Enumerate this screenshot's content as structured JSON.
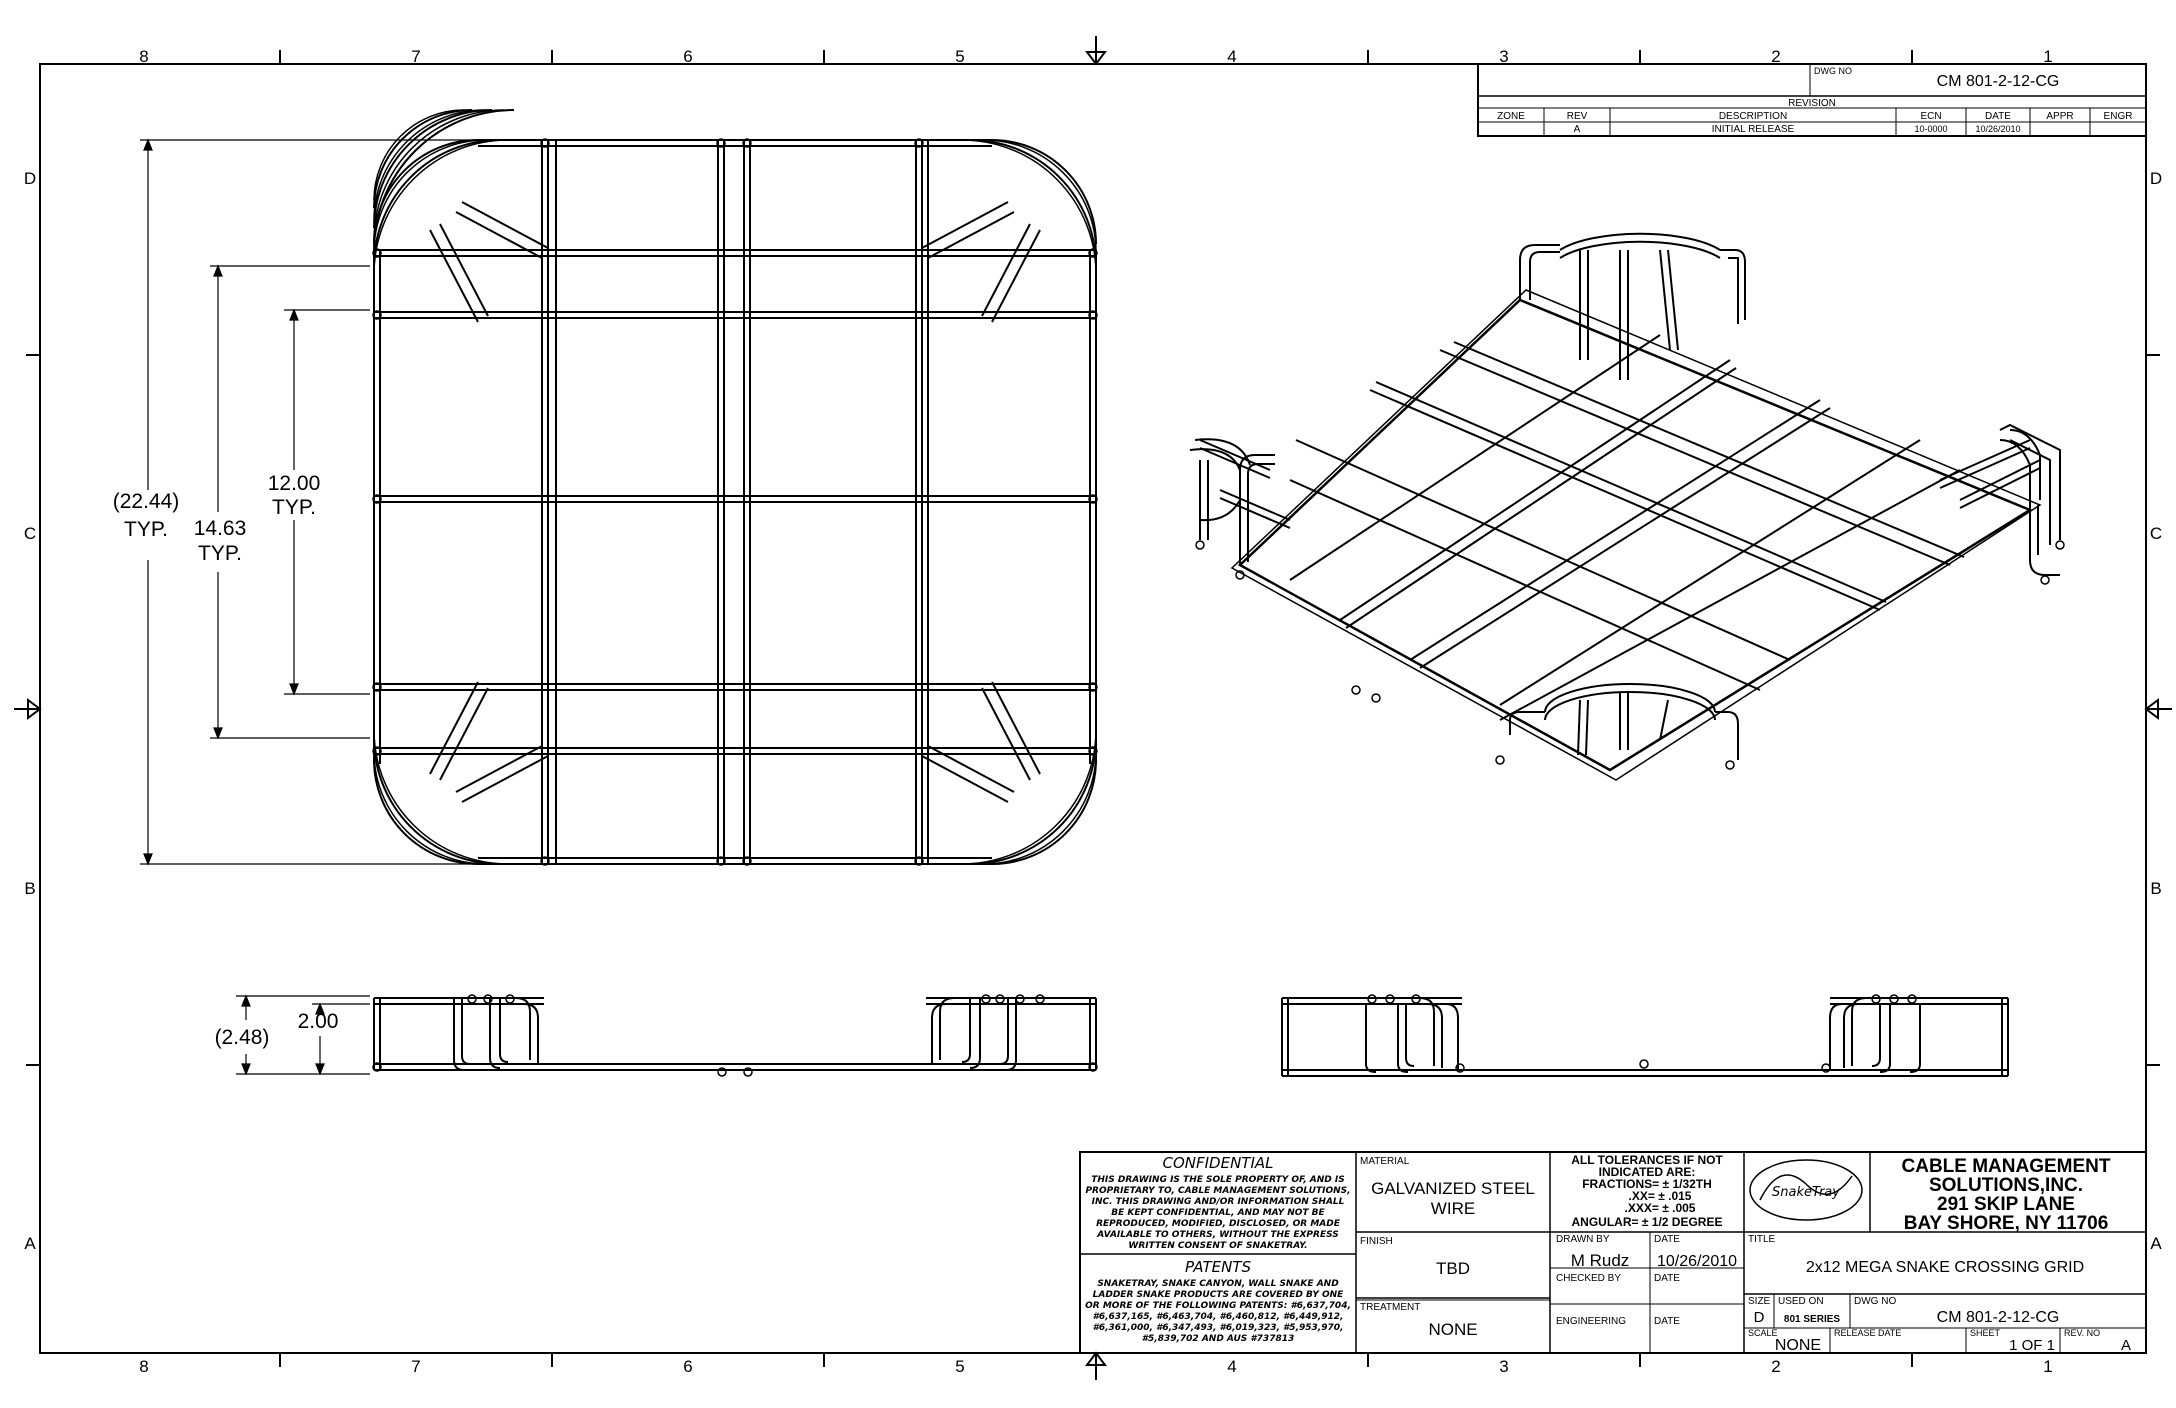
{
  "zones": {
    "columns": [
      "8",
      "7",
      "6",
      "5",
      "4",
      "3",
      "2",
      "1"
    ],
    "rows": [
      "D",
      "C",
      "B",
      "A"
    ]
  },
  "header": {
    "dwg_no_label": "DWG NO",
    "dwg_no": "CM 801-2-12-CG",
    "revision_label": "REVISION",
    "col_zone": "ZONE",
    "col_rev": "REV",
    "col_description": "DESCRIPTION",
    "col_ecn": "ECN",
    "col_date": "DATE",
    "col_appr": "APPR",
    "col_engr": "ENGR",
    "row_rev": "A",
    "row_description": "INITIAL RELEASE",
    "row_ecn": "10-0000",
    "row_date": "10/26/2010"
  },
  "dimensions": {
    "overall": "(22.44)",
    "overall_typ": "TYP.",
    "inner": "14.63",
    "inner_typ": "TYP.",
    "center": "12.00",
    "center_typ": "TYP.",
    "height_overall": "(2.48)",
    "height": "2.00"
  },
  "title_block": {
    "confidential_title": "CONFIDENTIAL",
    "confidential_text": [
      "THIS DRAWING IS THE SOLE PROPERTY OF, AND IS",
      "PROPRIETARY TO, CABLE MANAGEMENT SOLUTIONS,",
      "INC. THIS DRAWING AND/OR INFORMATION SHALL",
      "BE KEPT CONFIDENTIAL, AND MAY NOT BE",
      "REPRODUCED, MODIFIED, DISCLOSED, OR MADE",
      "AVAILABLE TO OTHERS, WITHOUT THE EXPRESS",
      "WRITTEN CONSENT OF SNAKETRAY."
    ],
    "patents_title": "PATENTS",
    "patents_text": [
      "SNAKETRAY, SNAKE CANYON, WALL SNAKE AND",
      "LADDER SNAKE PRODUCTS ARE COVERED BY ONE",
      "OR MORE OF THE FOLLOWING PATENTS: #6,637,704,",
      "#6,637,165, #6,463,704, #6,460,812, #6,449,912,",
      "#6,361,000, #6,347,493, #6,019,323, #5,953,970,",
      "#5,839,702 AND AUS #737813"
    ],
    "material_label": "MATERIAL",
    "material_line1": "GALVANIZED STEEL",
    "material_line2": "WIRE",
    "finish_label": "FINISH",
    "finish": "TBD",
    "treatment_label": "TREATMENT",
    "treatment": "NONE",
    "tolerance_line1": "ALL TOLERANCES IF NOT",
    "tolerance_line2": "INDICATED ARE:",
    "tolerance_fractions": "FRACTIONS= ± 1/32TH",
    "tolerance_xx": ".XX= ± .015",
    "tolerance_xxx": ".XXX= ± .005",
    "tolerance_angular": "ANGULAR= ± 1/2 DEGREE",
    "drawn_by_label": "DRAWN BY",
    "drawn_by": "M Rudz",
    "drawn_date_label": "DATE",
    "drawn_date": "10/26/2010",
    "checked_by_label": "CHECKED BY",
    "checked_date_label": "DATE",
    "engineering_label": "ENGINEERING",
    "engineering_date_label": "DATE",
    "logo_text": "SnakeTray",
    "company_line1": "CABLE MANAGEMENT",
    "company_line2": "SOLUTIONS,INC.",
    "company_line3": "291 SKIP LANE",
    "company_line4": "BAY SHORE, NY 11706",
    "title_label": "TITLE",
    "title": "2x12 MEGA SNAKE CROSSING GRID",
    "size_label": "SIZE",
    "size": "D",
    "used_on_label": "USED ON",
    "used_on": "801 SERIES",
    "dwg_no_label": "DWG NO",
    "dwg_no": "CM 801-2-12-CG",
    "scale_label": "SCALE",
    "scale": "NONE",
    "release_date_label": "RELEASE DATE",
    "sheet_label": "SHEET",
    "sheet": "1 OF 1",
    "rev_no_label": "REV. NO",
    "rev_no": "A"
  }
}
